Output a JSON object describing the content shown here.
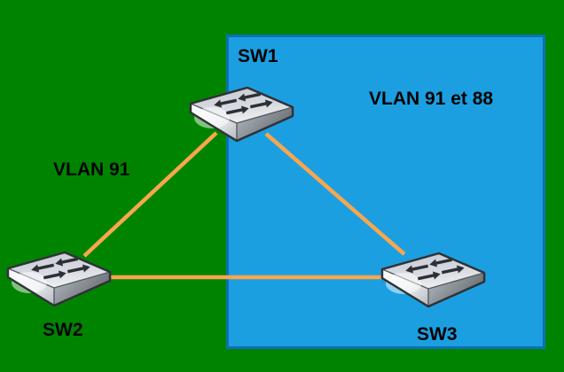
{
  "diagram": {
    "type": "network-topology",
    "nodes": [
      {
        "id": "sw1",
        "label": "SW1",
        "device": "switch"
      },
      {
        "id": "sw2",
        "label": "SW2",
        "device": "switch"
      },
      {
        "id": "sw3",
        "label": "SW3",
        "device": "switch"
      }
    ],
    "zone": {
      "label": "VLAN 91 et 88",
      "fill_color": "#1c9fe0",
      "border_color": "#0d70b8"
    },
    "links": [
      {
        "from": "SW1",
        "to": "SW2",
        "label": "VLAN 91"
      },
      {
        "from": "SW1",
        "to": "SW3",
        "label": ""
      },
      {
        "from": "SW2",
        "to": "SW3",
        "label": ""
      }
    ],
    "colors": {
      "background": "#008400",
      "link": "#f9a64d",
      "label_text": "#000000"
    }
  }
}
